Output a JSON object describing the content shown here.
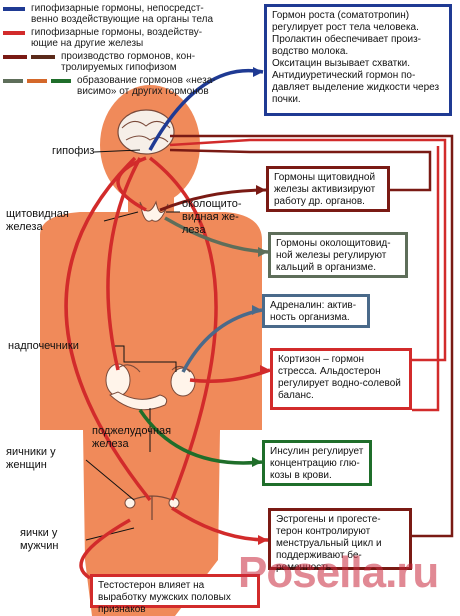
{
  "colors": {
    "blue": "#1f3a93",
    "red": "#d22b2b",
    "dark_red": "#7a1a14",
    "green": "#1f6e2a",
    "gray_green": "#5e6e5a",
    "body": "#f08a5a",
    "watermark": "#c8283c"
  },
  "legend": [
    {
      "colors": [
        "#1f3a93"
      ],
      "text": "гипофизарные гормоны, непосредст-\nвенно воздействующие на органы тела"
    },
    {
      "colors": [
        "#d22b2b"
      ],
      "text": "гипофизарные гормоны, воздейству-\nющие на другие железы"
    },
    {
      "colors": [
        "#7a1a14",
        "#5b2a1a"
      ],
      "text": "производство гормонов, кон-\nтролируемых гипофизом"
    },
    {
      "colors": [
        "#5e6e5a",
        "#d4682a",
        "#1f6e2a"
      ],
      "text": "образование гормонов «неза-\nвисимо» от других гормонов"
    }
  ],
  "boxes": [
    {
      "id": "growth",
      "text": "Гормон роста (соматотропин) регулирует рост тела человека.\nПролактин обеспечивает произ-водство молока.\nОкситацин вызывает схватки.\nАнтидиуретический гормон по-давляет выделение жидкости через почки."
    },
    {
      "id": "thyroid",
      "text": "Гормоны щитовидной железы активизируют работу др. органов."
    },
    {
      "id": "parathyroid",
      "text": "Гормоны околощитовид-ной железы регулируют кальций в организме."
    },
    {
      "id": "adrenaline",
      "text": "Адреналин: актив-ность организма."
    },
    {
      "id": "cortisone",
      "text": "Кортизон – гормон стресса. Альдостерон регулирует водно-солевой баланс."
    },
    {
      "id": "insulin",
      "text": "Инсулин регулирует концентрацию глю-козы в крови."
    },
    {
      "id": "estrogen",
      "text": "Эстрогены и прогесте-терон контролируют менструальный цикл и поддерживают бе-ременность."
    },
    {
      "id": "testosterone",
      "text": "Тестостерон влияет на выработку мужских половых признаков"
    }
  ],
  "labels": {
    "pituitary": "гипофиз",
    "thyroid": "щитовидная\nжелеза",
    "parathyroid": "околощито-\nвидная же-\nлеза",
    "adrenal": "надпочечники",
    "pancreas": "поджелудочная\nжелеза",
    "ovaries": "яичники у\nженщин",
    "testes": "яички у\nмужчин"
  },
  "watermark": "Posella.ru"
}
